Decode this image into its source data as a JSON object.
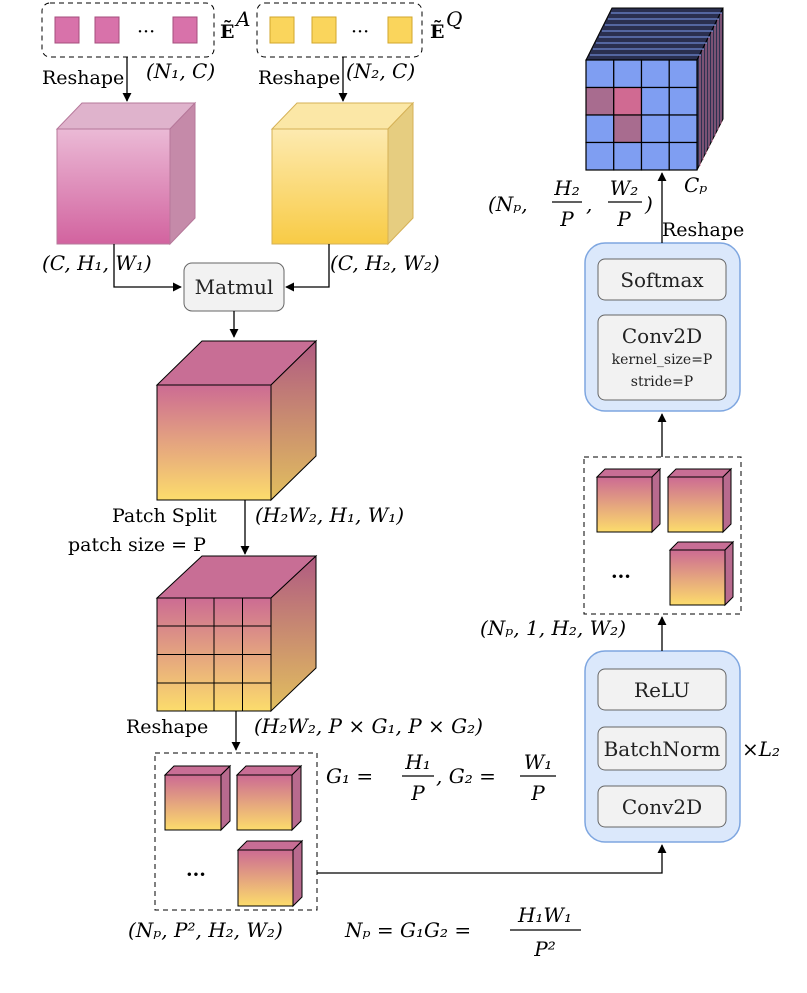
{
  "top": {
    "ea_symbol": "Ẽ",
    "ea_sup": "A",
    "eq_symbol": "Ẽ",
    "eq_sup": "Q",
    "ellipsis": "···",
    "reshape_left": "Reshape",
    "reshape_right": "Reshape",
    "shape_n1c": "(N₁, C)",
    "shape_n2c": "(N₂, C)"
  },
  "left_flow": {
    "shape_ch1w1": "(C, H₁, W₁)",
    "shape_ch2w2": "(C, H₂, W₂)",
    "matmul": "Matmul",
    "patch_split": "Patch Split",
    "patch_size": "patch size = P",
    "shape_h2w2h1w1": "(H₂W₂, H₁, W₁)",
    "reshape": "Reshape",
    "shape_reshape": "(H₂W₂, P × G₁, P × G₂)",
    "g_eq_prefix": "G₁ =",
    "g_h1": "H₁",
    "g_p1": "P",
    "g_mid": ", G₂ =",
    "g_w1": "W₁",
    "g_p2": "P",
    "stack_ellipsis": "···",
    "shape_npp2": "(Nₚ, P², H₂, W₂)",
    "np_eq_prefix": "Nₚ = G₁G₂ =",
    "np_num": "H₁W₁",
    "np_den": "P²"
  },
  "right_flow": {
    "conv_block": {
      "conv2d": "Conv2D",
      "batchnorm": "BatchNorm",
      "relu": "ReLU",
      "repeat": "×L₂"
    },
    "shape_np1": "(Nₚ, 1, H₂, W₂)",
    "stack_ellipsis": "···",
    "head_block": {
      "conv2d": "Conv2D",
      "kernel": "kernel_size=P",
      "stride": "stride=P",
      "softmax": "Softmax"
    },
    "reshape": "Reshape",
    "out_shape_prefix": "(Nₚ,",
    "out_h2": "H₂",
    "out_p1": "P",
    "out_w2": "W₂",
    "out_p2": "P",
    "out_close": ")",
    "cp": "Cₚ"
  },
  "colors": {
    "pink_top": "#e7a9c9",
    "pink_bottom": "#d06a9e",
    "yellow_top": "#fce7a4",
    "yellow_bottom": "#f6c83f",
    "grad_top": "#c86a93",
    "grad_bottom": "#fbd96a",
    "block_fill": "#dbe8fb",
    "block_stroke": "#7ea6e0",
    "inner_fill": "#f2f2f2",
    "grid_blue": "#7f9ef2",
    "grid_red": "#a86c8f"
  }
}
